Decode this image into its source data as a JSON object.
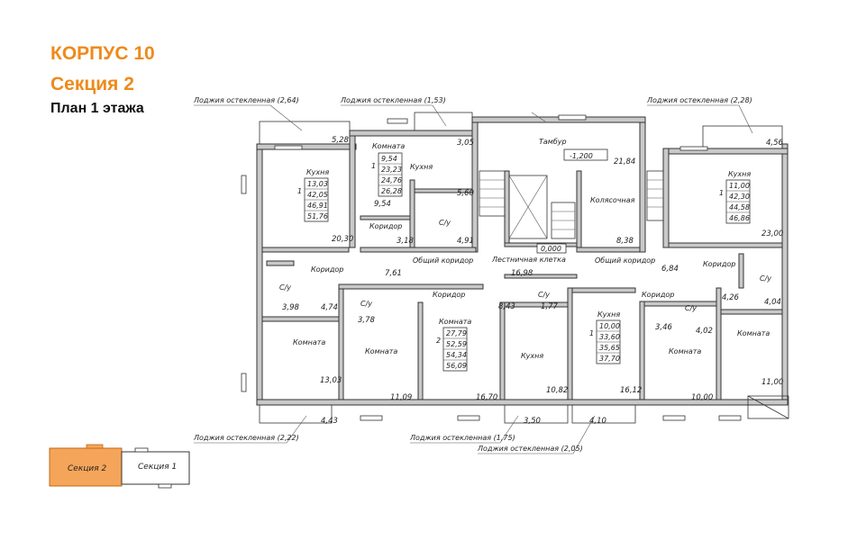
{
  "header": {
    "building": "КОРПУС 10",
    "section": "Секция 2",
    "floor": "План 1 этажа"
  },
  "loggias": {
    "top_left": "Лоджия остекленная (2,64)",
    "top_mid": "Лоджия остекленная (1,53)",
    "top_right": "Лоджия остекленная (2,28)",
    "bottom_left": "Лоджия остекленная (2,22)",
    "bottom_mid": "Лоджия остекленная (1,75)",
    "bottom_right": "Лоджия остекленная (2,05)"
  },
  "rooms": {
    "kitchen": "Кухня",
    "room": "Комната",
    "corridor": "Коридор",
    "bathroom": "С/у",
    "vestibule": "Тамбур",
    "stroller": "Колясочная",
    "stair": "Лестничная клетка",
    "common_corridor": "Общий коридор"
  },
  "apartments": {
    "a1": [
      "13,03",
      "42,05",
      "46,91",
      "51,76"
    ],
    "a2": [
      "9,54",
      "23,23",
      "24,76",
      "26,28"
    ],
    "a3": [
      "11,00",
      "42,30",
      "44,58",
      "46,86"
    ],
    "a4": [
      "27,79",
      "52,59",
      "54,34",
      "56,09"
    ],
    "a5": [
      "10,00",
      "33,60",
      "35,65",
      "37,70"
    ]
  },
  "apartment_rooms": {
    "one": "1",
    "two": "2"
  },
  "dims": {
    "d528": "5,28",
    "d305": "3,05",
    "d456": "4,56",
    "d2184": "21,84",
    "d954": "9,54",
    "d560": "5,60",
    "d2030": "20,30",
    "d318": "3,18",
    "d491": "4,91",
    "d838": "8,38",
    "d2300": "23,00",
    "d761": "7,61",
    "d1698": "16,98",
    "d684": "6,84",
    "d398": "3,98",
    "d474": "4,74",
    "d843": "8,43",
    "d177": "1,77",
    "d426": "4,26",
    "d404": "4,04",
    "d378": "3,78",
    "d346": "3,46",
    "d402": "4,02",
    "d1303": "13,03",
    "d1109": "11,09",
    "d1670": "16,70",
    "d1082": "10,82",
    "d1612": "16,12",
    "d1000": "10,00",
    "d1100": "11,00",
    "d443": "4,43",
    "d350": "3,50",
    "d410": "4,10"
  },
  "levels": {
    "entry": "-1,200",
    "floor": "0,000"
  },
  "keyplan": {
    "active": "Секция 2",
    "other": "Секция 1"
  },
  "colors": {
    "accent": "#ee8a1b",
    "keyplan_fill": "#f5a55a",
    "wall": "#c9c9c9"
  }
}
